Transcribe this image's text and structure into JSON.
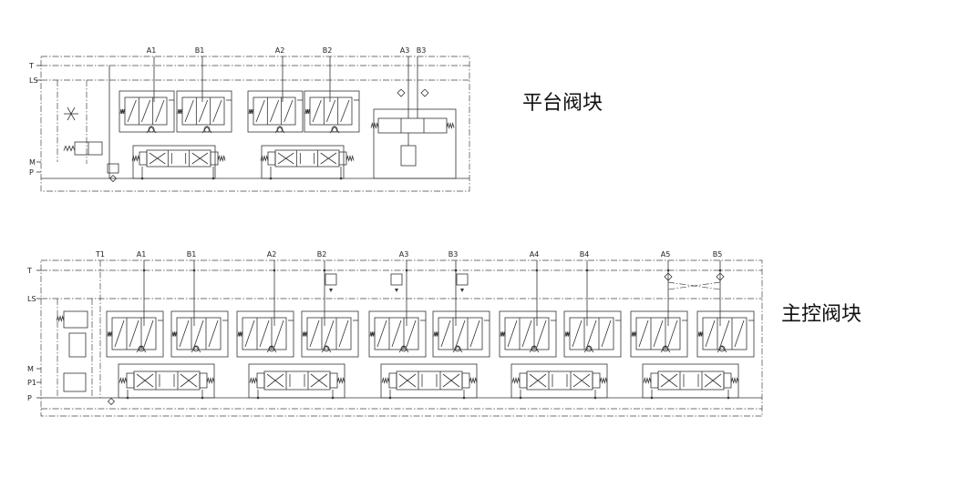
{
  "titles": {
    "platform": "平台阀块",
    "main": "主控阀块"
  },
  "platform_block": {
    "left_ports": [
      "T",
      "LS",
      "M",
      "P"
    ],
    "sections": [
      {
        "ports": [
          "A1",
          "B1"
        ],
        "has_cartridges": true
      },
      {
        "ports": [
          "A2",
          "B2"
        ],
        "has_cartridges": true
      },
      {
        "ports": [
          "A3",
          "B3"
        ],
        "has_cartridges": false
      }
    ]
  },
  "main_block": {
    "left_ports": [
      "T",
      "LS",
      "M",
      "P1",
      "P"
    ],
    "t1_label": "T1",
    "sections": [
      {
        "ports": [
          "A1",
          "B1"
        ]
      },
      {
        "ports": [
          "A2",
          "B2"
        ]
      },
      {
        "ports": [
          "A3",
          "B3"
        ]
      },
      {
        "ports": [
          "A4",
          "B4"
        ]
      },
      {
        "ports": [
          "A5",
          "B5"
        ]
      }
    ]
  },
  "colors": {
    "line": "#333333",
    "title": "#111111"
  }
}
